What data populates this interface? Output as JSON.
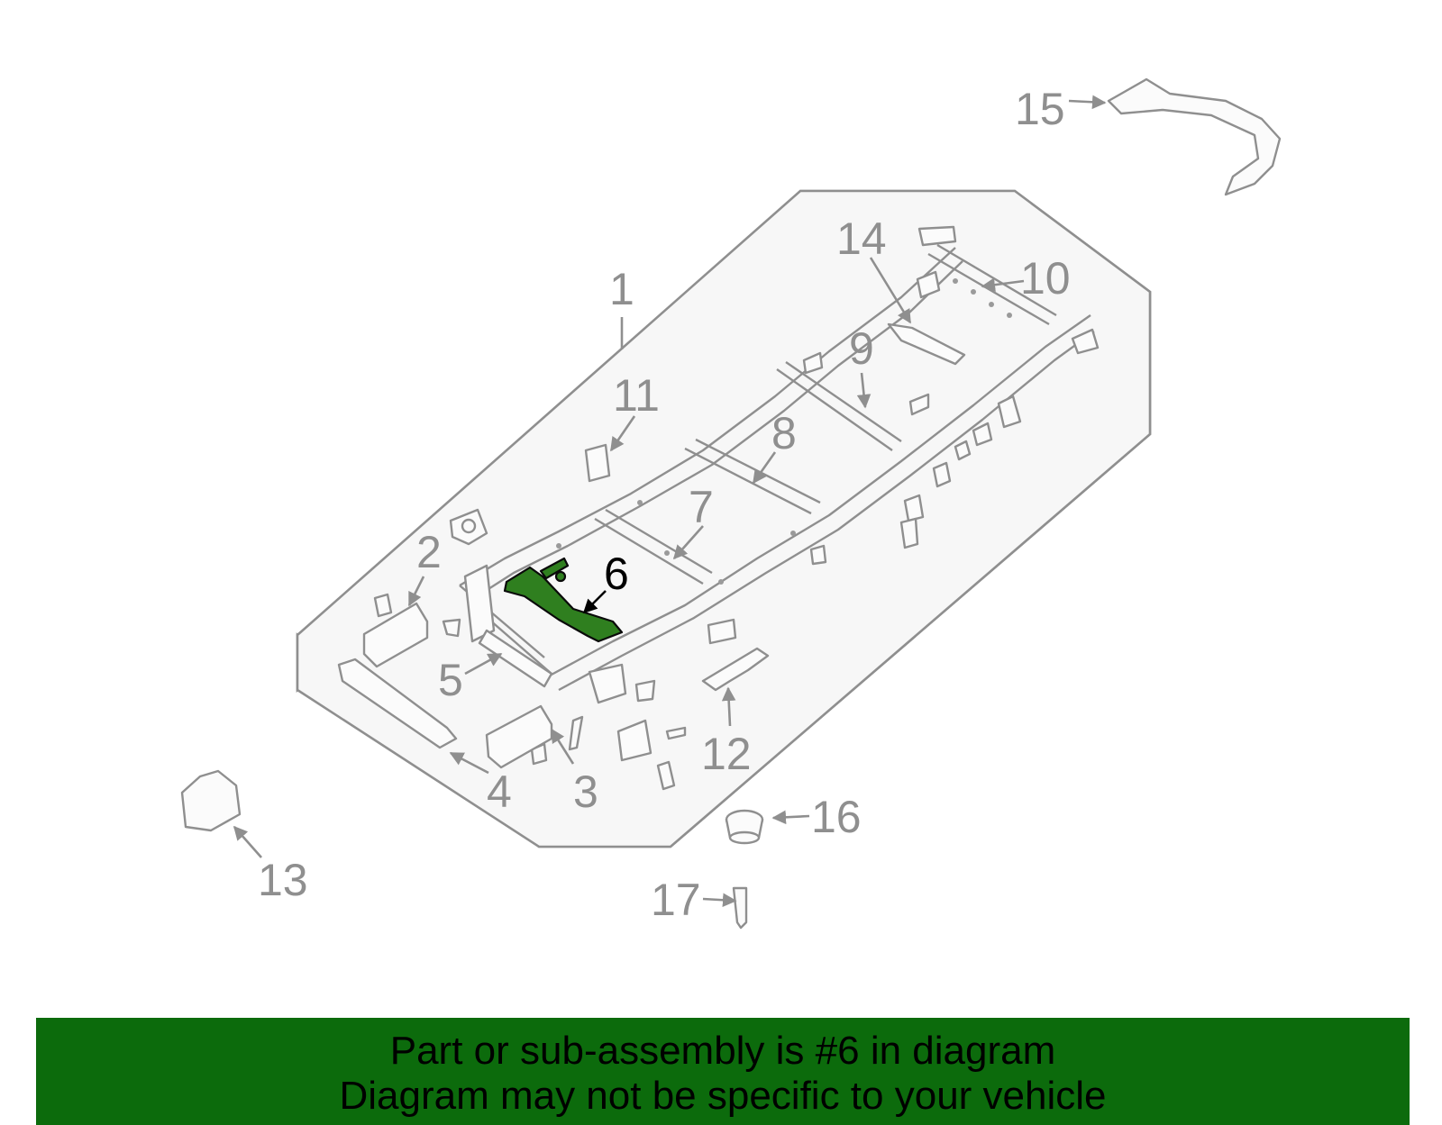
{
  "banner": {
    "line1": "Part or sub-assembly is #6 in diagram",
    "line2": "Diagram may not be specific to your vehicle",
    "color": "#0c6b0c"
  },
  "highlight": {
    "part_number": "6",
    "color": "#2f7f1f"
  },
  "callouts": [
    "1",
    "2",
    "3",
    "4",
    "5",
    "6",
    "7",
    "8",
    "9",
    "10",
    "11",
    "12",
    "13",
    "14",
    "15",
    "16",
    "17"
  ],
  "colors": {
    "line": "#8f8f8f",
    "panel": "#f7f7f7"
  }
}
